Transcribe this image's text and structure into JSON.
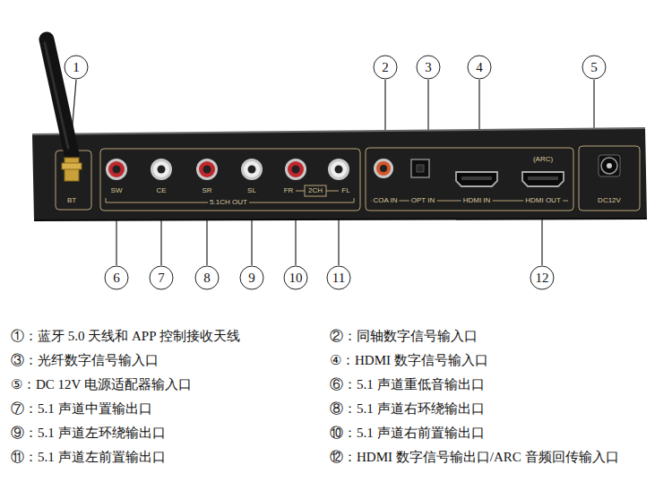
{
  "diagram": {
    "nodes": [
      {
        "text": [
          "1"
        ]
      },
      {
        "text": [
          "2"
        ]
      },
      {
        "text": [
          "3"
        ]
      },
      {
        "text": [
          "4"
        ]
      },
      {
        "text": [
          "5"
        ]
      },
      {
        "text": [
          "6"
        ]
      },
      {
        "text": [
          "7"
        ]
      },
      {
        "text": [
          "8"
        ]
      },
      {
        "text": [
          "9"
        ]
      },
      {
        "text": [
          "10"
        ]
      },
      {
        "text": [
          "11"
        ]
      },
      {
        "text": [
          "12"
        ]
      }
    ],
    "labels": [
      "BT",
      "SW",
      "CE",
      "SR",
      "SL",
      "FR",
      "2CH",
      "FL",
      "5.1CH OUT",
      "COA IN",
      "OPT IN",
      "HDMI IN",
      "(ARC)",
      "HDMI OUT",
      "DC12V",
      "①：蓝牙 5.0 天线和 APP 控制接收天线",
      "②：同轴数字信号输入口",
      "③：光纤数字信号输入口",
      "④：HDMI 数字信号输入口",
      "⑤：DC 12V 电源适配器输入口",
      "⑥：5.1 声道重低音输出口",
      "⑦：5.1 声道中置输出口",
      "⑧：5.1 声道右环绕输出口",
      "⑨：5.1 声道左环绕输出口",
      "⑩：5.1 声道右前置输出口",
      "⑪：5.1 声道左前置输出口",
      "⑫：HDMI 数字信号输出口/ARC 音频回传输入口"
    ]
  }
}
